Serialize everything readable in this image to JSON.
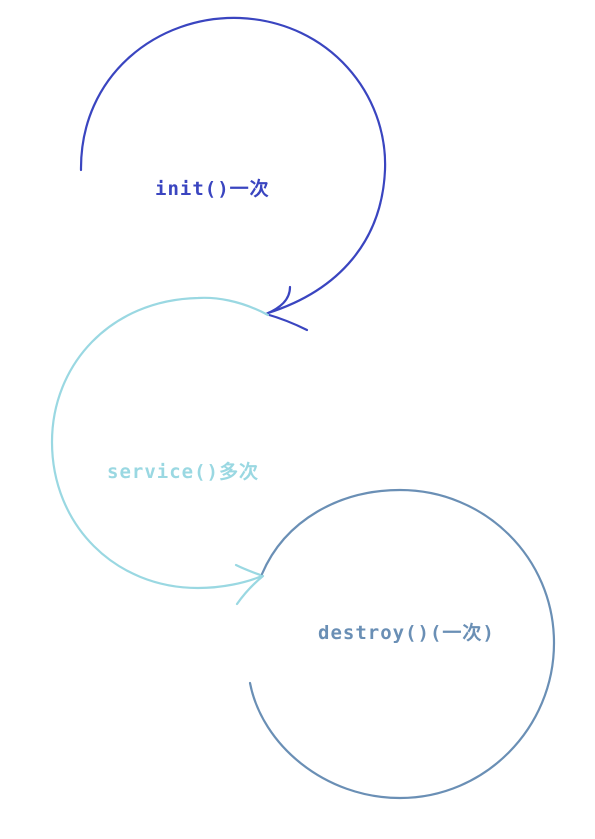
{
  "stages": [
    {
      "label": "init()一次",
      "color": "#3a45c0"
    },
    {
      "label": "service()多次",
      "color": "#9ad8e2"
    },
    {
      "label": "destroy()(一次)",
      "color": "#6a8fb5"
    }
  ]
}
